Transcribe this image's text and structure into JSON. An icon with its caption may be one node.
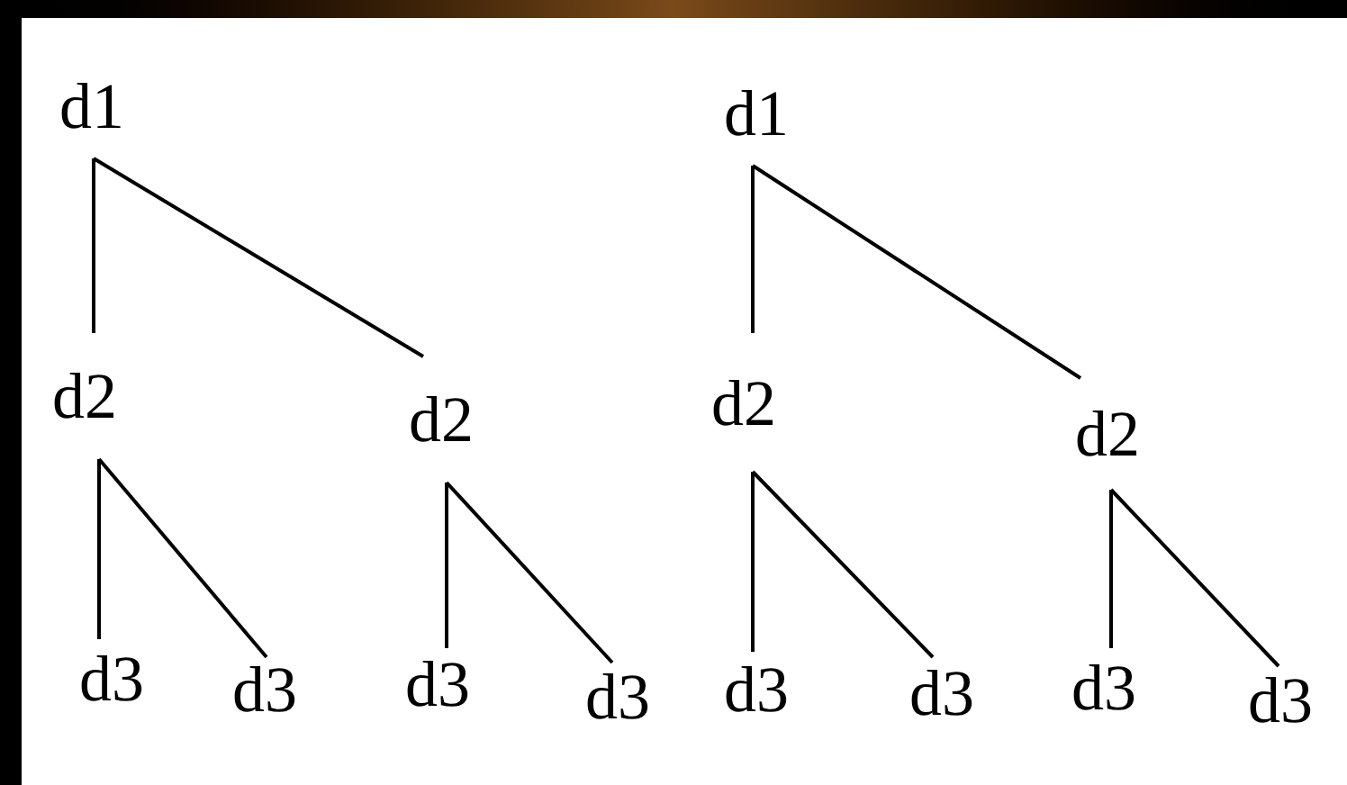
{
  "diagram": {
    "nodes": [
      {
        "text": [
          "d1"
        ]
      },
      {
        "text": [
          "d1"
        ]
      },
      {
        "text": [
          "d2"
        ]
      },
      {
        "text": [
          "d2"
        ]
      },
      {
        "text": [
          "d2"
        ]
      },
      {
        "text": [
          "d2"
        ]
      },
      {
        "text": [
          "d3"
        ]
      },
      {
        "text": [
          "d3"
        ]
      },
      {
        "text": [
          "d3"
        ]
      },
      {
        "text": [
          "d3"
        ]
      },
      {
        "text": [
          "d3"
        ]
      },
      {
        "text": [
          "d3"
        ]
      },
      {
        "text": [
          "d3"
        ]
      },
      {
        "text": [
          "d3"
        ]
      }
    ],
    "edges": [
      {
        "from": 0,
        "to": 2,
        "arrow": "none"
      },
      {
        "from": 0,
        "to": 3,
        "arrow": "none"
      },
      {
        "from": 1,
        "to": 4,
        "arrow": "none"
      },
      {
        "from": 1,
        "to": 5,
        "arrow": "none"
      },
      {
        "from": 2,
        "to": 6,
        "arrow": "none"
      },
      {
        "from": 2,
        "to": 7,
        "arrow": "none"
      },
      {
        "from": 3,
        "to": 8,
        "arrow": "none"
      },
      {
        "from": 3,
        "to": 9,
        "arrow": "none"
      },
      {
        "from": 4,
        "to": 10,
        "arrow": "none"
      },
      {
        "from": 4,
        "to": 11,
        "arrow": "none"
      },
      {
        "from": 5,
        "to": 12,
        "arrow": "none"
      },
      {
        "from": 5,
        "to": 13,
        "arrow": "none"
      }
    ]
  }
}
